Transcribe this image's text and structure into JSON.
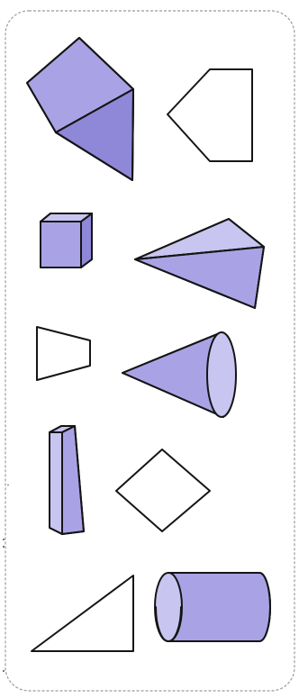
{
  "colors": {
    "shade": "#a9a3e6",
    "shade_light": "#c9c5f1",
    "shade_dark": "#8f88d8",
    "outline": "#151515",
    "frame": "#9b9b9b",
    "paper": "#ffffff"
  },
  "shapes": [
    {
      "name": "square-pyramid-shape",
      "kind": "3d",
      "shaded": true
    },
    {
      "name": "pentagon-shape",
      "kind": "2d",
      "shaded": false
    },
    {
      "name": "cube-shape",
      "kind": "3d",
      "shaded": true
    },
    {
      "name": "triangular-pyramid-shape",
      "kind": "3d",
      "shaded": true
    },
    {
      "name": "trapezoid-shape",
      "kind": "2d",
      "shaded": false
    },
    {
      "name": "cone-shape",
      "kind": "3d",
      "shaded": true
    },
    {
      "name": "rectangular-prism-shape",
      "kind": "3d",
      "shaded": true
    },
    {
      "name": "rhombus-shape",
      "kind": "2d",
      "shaded": false
    },
    {
      "name": "right-triangle-shape",
      "kind": "2d",
      "shaded": false
    },
    {
      "name": "cylinder-shape",
      "kind": "3d",
      "shaded": true
    }
  ]
}
